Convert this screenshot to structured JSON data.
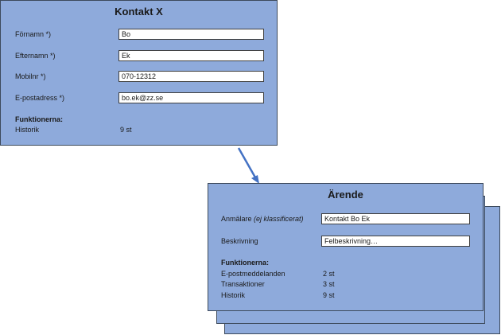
{
  "contact": {
    "title": "Kontakt X",
    "fields": [
      {
        "label": "Förnamn *)",
        "value": "Bo"
      },
      {
        "label": "Efternamn *)",
        "value": "Ek"
      },
      {
        "label": "Mobilnr *)",
        "value": "070-12312"
      },
      {
        "label": "E-postadress *)",
        "value": "bo.ek@zz.se"
      }
    ],
    "functions_heading": "Funktionerna:",
    "functions": [
      {
        "label": "Historik",
        "value": "9 st"
      }
    ]
  },
  "case": {
    "title": "Ärende",
    "reporter_label": "Anmälare",
    "reporter_note": "(ej klassificerat)",
    "reporter_value": "Kontakt Bo Ek",
    "description_label": "Beskrivning",
    "description_value": "Felbeskrivning…",
    "functions_heading": "Funktionerna:",
    "functions": [
      {
        "label": "E-postmeddelanden",
        "value": "2 st"
      },
      {
        "label": "Transaktioner",
        "value": "3 st"
      },
      {
        "label": "Historik",
        "value": "9 st"
      }
    ]
  },
  "colors": {
    "card": "#8eaadb",
    "arrow": "#4472c4"
  }
}
